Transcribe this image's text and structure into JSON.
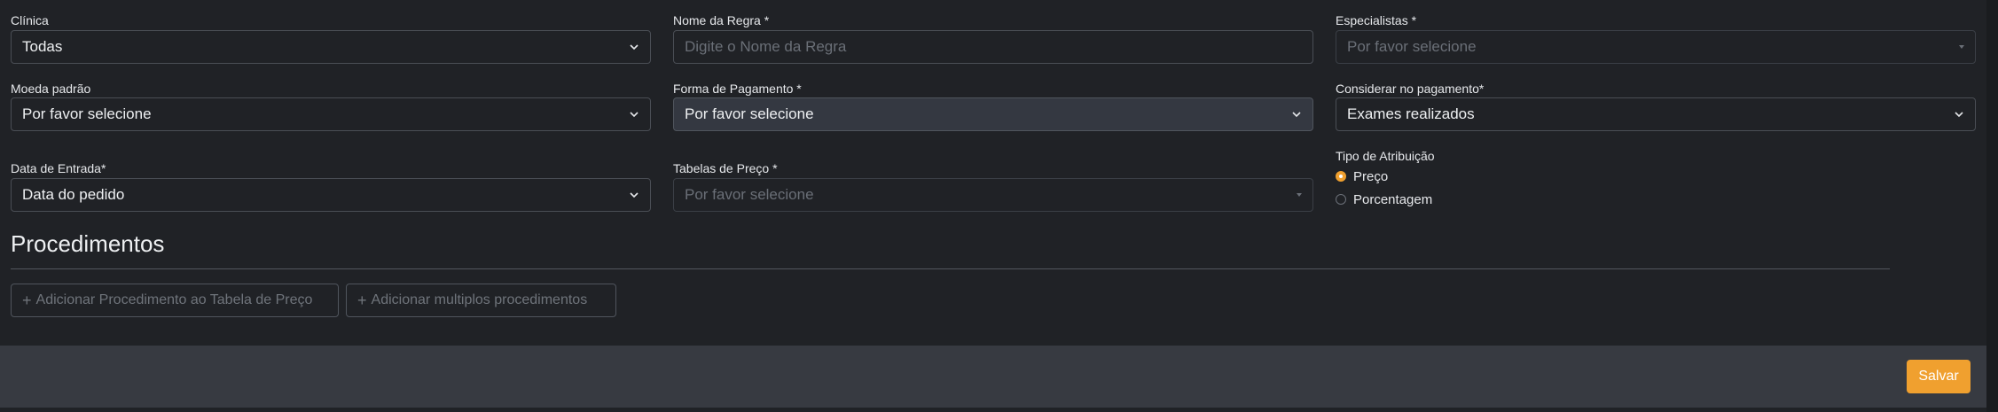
{
  "form": {
    "clinica": {
      "label": "Clínica",
      "value": "Todas"
    },
    "nome_regra": {
      "label": "Nome da Regra *",
      "placeholder": "Digite o Nome da Regra"
    },
    "especialistas": {
      "label": "Especialistas *",
      "placeholder": "Por favor selecione"
    },
    "moeda": {
      "label": "Moeda padrão",
      "value": "Por favor selecione"
    },
    "forma_pagamento": {
      "label": "Forma de Pagamento *",
      "value": "Por favor selecione"
    },
    "considerar": {
      "label": "Considerar no pagamento*",
      "value": "Exames realizados"
    },
    "data_entrada": {
      "label": "Data de Entrada*",
      "value": "Data do pedido"
    },
    "tabelas_preco": {
      "label": "Tabelas de Preço *",
      "placeholder": "Por favor selecione"
    },
    "tipo_atribuicao": {
      "label": "Tipo de Atribuição",
      "options": [
        {
          "label": "Preço",
          "selected": true
        },
        {
          "label": "Porcentagem",
          "selected": false
        }
      ]
    }
  },
  "procedimentos": {
    "title": "Procedimentos",
    "add_single_label": "Adicionar Procedimento ao Tabela de Preço",
    "add_multiple_label": "Adicionar multiplos procedimentos",
    "plus_icon": "+"
  },
  "footer": {
    "save_label": "Salvar"
  },
  "colors": {
    "accent": "#f0a02f",
    "background": "#202226",
    "footer": "#373a41"
  }
}
